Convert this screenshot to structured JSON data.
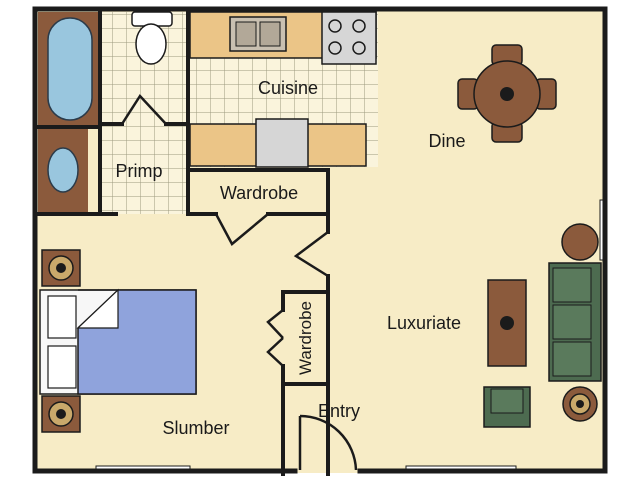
{
  "rooms": {
    "cuisine": "Cuisine",
    "dine": "Dine",
    "primp": "Primp",
    "wardrobe_top": "Wardrobe",
    "wardrobe_side": "Wardrobe",
    "luxuriate": "Luxuriate",
    "slumber": "Slumber",
    "entry": "Entry"
  },
  "colors": {
    "floor": "#f7ecc6",
    "tile": "#faf4dc",
    "tile_grid": "#9c9a7e",
    "wall": "#1b1b1b",
    "counter": "#ebc587",
    "wood": "#8b5a3c",
    "tub_water": "#99c6de",
    "bed": "#8fa3dc",
    "sofa": "#5a7a5c",
    "lamp": "#c9a96b"
  }
}
